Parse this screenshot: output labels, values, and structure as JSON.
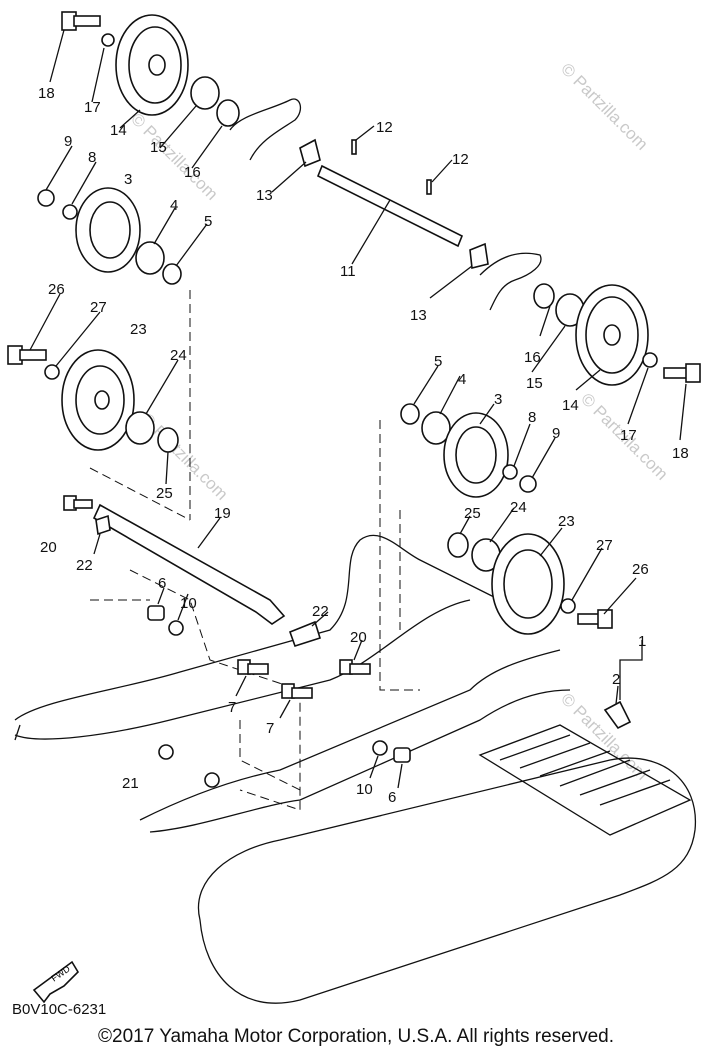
{
  "diagram_code": "B0V10C-6231",
  "direction_arrow_text": "FWD",
  "watermark": "© Partzilla.com",
  "copyright": "©2017  Yamaha Motor Corporation, U.S.A. All rights reserved.",
  "labels": {
    "l1": "1",
    "l2": "2",
    "l3a": "3",
    "l3b": "3",
    "l4a": "4",
    "l4b": "4",
    "l5a": "5",
    "l5b": "5",
    "l6a": "6",
    "l6b": "6",
    "l7a": "7",
    "l7b": "7",
    "l8a": "8",
    "l8b": "8",
    "l9a": "9",
    "l9b": "9",
    "l10a": "10",
    "l10b": "10",
    "l11": "11",
    "l12a": "12",
    "l12b": "12",
    "l13a": "13",
    "l13b": "13",
    "l14a": "14",
    "l14b": "14",
    "l15a": "15",
    "l15b": "15",
    "l16a": "16",
    "l16b": "16",
    "l17a": "17",
    "l17b": "17",
    "l18a": "18",
    "l18b": "18",
    "l19": "19",
    "l20a": "20",
    "l20b": "20",
    "l21": "21",
    "l22a": "22",
    "l22b": "22",
    "l23a": "23",
    "l23b": "23",
    "l24a": "24",
    "l24b": "24",
    "l25a": "25",
    "l25b": "25",
    "l26a": "26",
    "l26b": "26",
    "l27a": "27",
    "l27b": "27"
  }
}
